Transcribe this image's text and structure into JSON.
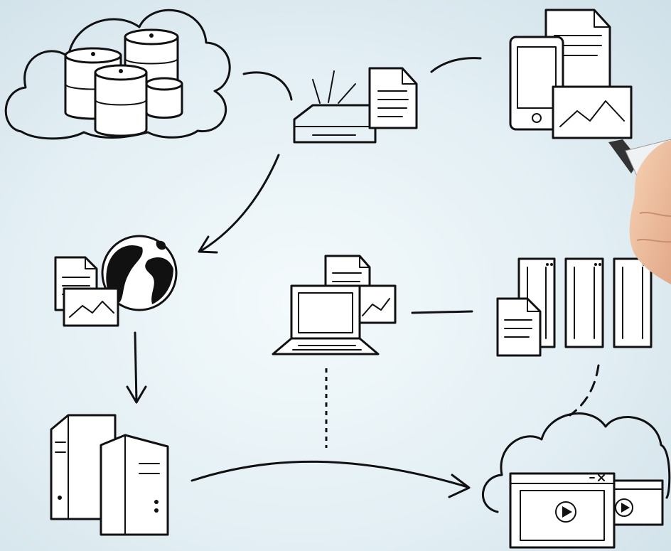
{
  "scene": {
    "style": "hand-drawn marker sketch on whiteboard",
    "background_color": "#e6f1f5",
    "ink_color": "#111111",
    "paper_color": "#ffffff",
    "skin_color": "#f1c7a4"
  },
  "nodes": [
    {
      "id": "cloud-database",
      "icon": "cloud-database-icon"
    },
    {
      "id": "router-document",
      "icon": "router-icon"
    },
    {
      "id": "mobile-files",
      "icon": "smartphone-icon"
    },
    {
      "id": "globe-files",
      "icon": "globe-icon"
    },
    {
      "id": "laptop-files",
      "icon": "laptop-icon"
    },
    {
      "id": "server-rack",
      "icon": "server-icon"
    },
    {
      "id": "file-binders",
      "icon": "binder-icon"
    },
    {
      "id": "cloud-video",
      "icon": "video-window-icon"
    }
  ],
  "connectors": [
    {
      "from": "cloud-database",
      "to": "router-document",
      "style": "solid"
    },
    {
      "from": "router-document",
      "to": "mobile-files",
      "style": "solid"
    },
    {
      "from": "router-document",
      "to": "globe-files",
      "style": "solid-arrow"
    },
    {
      "from": "globe-files",
      "to": "file-binders",
      "style": "solid-arrow"
    },
    {
      "from": "laptop-files",
      "to": "server-rack",
      "style": "solid"
    },
    {
      "from": "laptop-files",
      "to": "file-binders-to-cloud-video",
      "style": "dotted"
    },
    {
      "from": "server-rack",
      "to": "cloud-video",
      "style": "dashed"
    },
    {
      "from": "file-binders",
      "to": "cloud-video",
      "style": "solid-arrow"
    }
  ]
}
